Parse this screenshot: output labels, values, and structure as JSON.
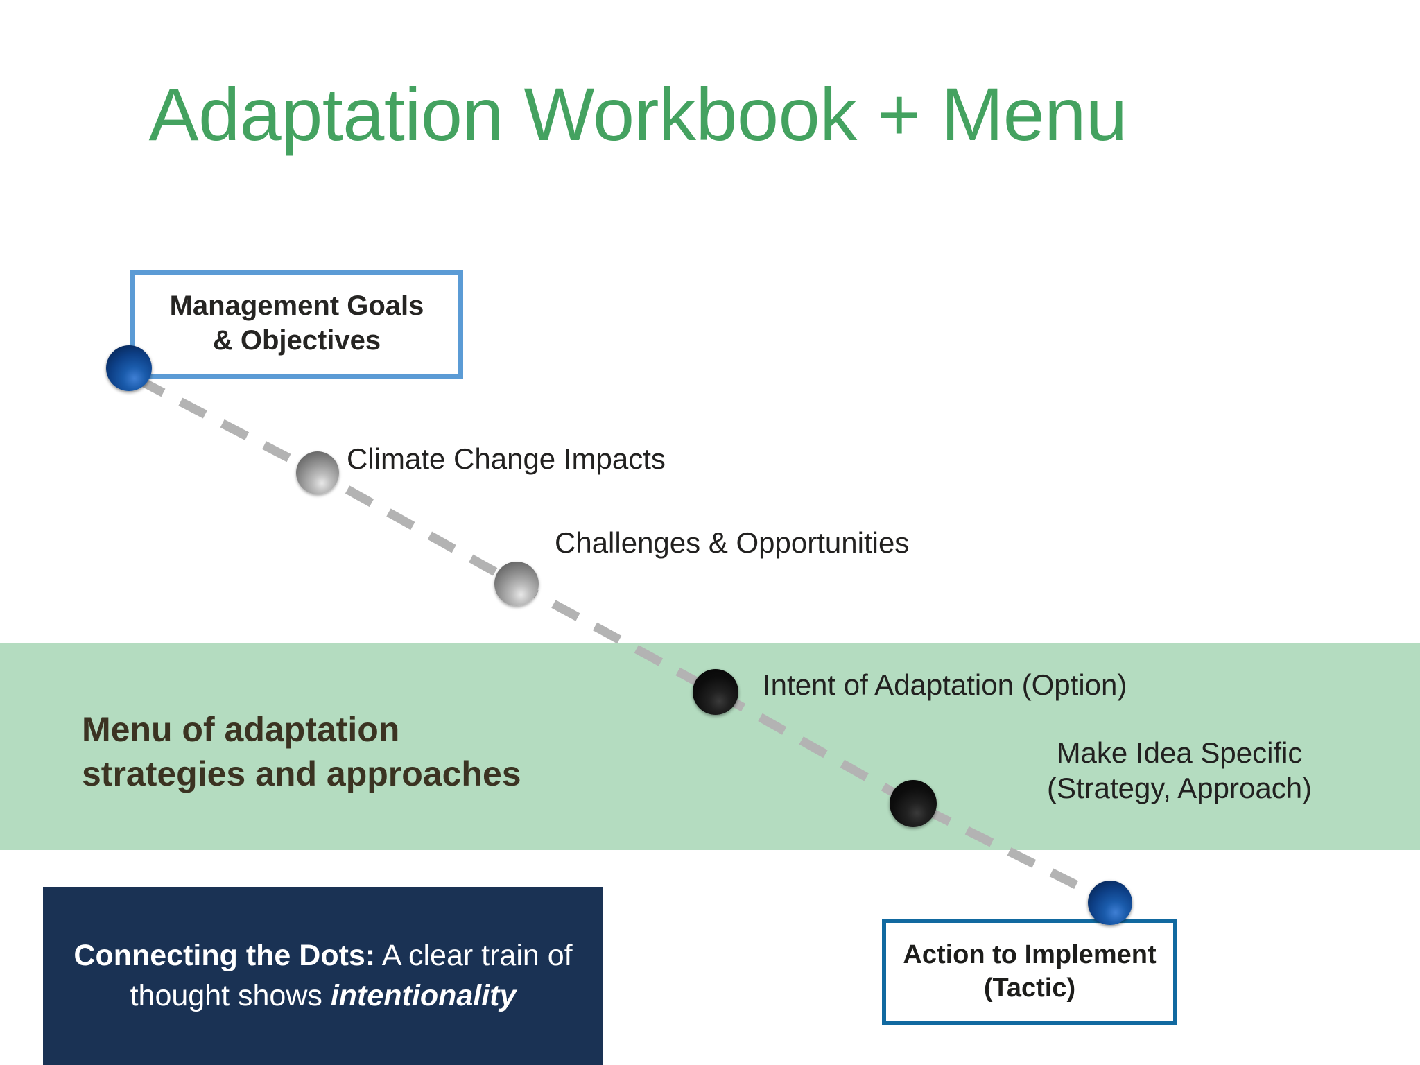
{
  "slide": {
    "title": "Adaptation Workbook + Menu",
    "title_color": "#44a260",
    "background": "#ffffff"
  },
  "goals_box": {
    "line1": "Management Goals",
    "line2": "& Objectives",
    "border_color": "#5b9bd5"
  },
  "nodes": [
    {
      "id": "management-goals",
      "label": "",
      "dot_color": "blue"
    },
    {
      "id": "climate-change-impacts",
      "label": "Climate Change Impacts",
      "dot_color": "gray"
    },
    {
      "id": "challenges-opportunities",
      "label": "Challenges &  Opportunities",
      "dot_color": "gray"
    },
    {
      "id": "intent-of-adaptation",
      "label": "Intent of Adaptation (Option)",
      "dot_color": "black"
    },
    {
      "id": "make-idea-specific",
      "label": "Make Idea Specific (Strategy, Approach)",
      "dot_color": "black"
    },
    {
      "id": "action-to-implement",
      "label": "",
      "dot_color": "blue"
    }
  ],
  "labels": {
    "climate": "Climate Change Impacts",
    "challenges": "Challenges &  Opportunities",
    "intent": "Intent of Adaptation (Option)",
    "make_specific_line1": "Make Idea Specific",
    "make_specific_line2": "(Strategy, Approach)"
  },
  "banner": {
    "line1": "Menu of adaptation",
    "line2": "strategies and approaches",
    "background_color": "#b4dcc0",
    "text_color": "#3b3322"
  },
  "callout": {
    "bold_lead": "Connecting the Dots:",
    "body": " A clear train of thought shows ",
    "emphasis": "intentionality",
    "background_color": "#1a3254",
    "text_color": "#ffffff"
  },
  "action_box": {
    "line1": "Action to Implement",
    "line2": "(Tactic)",
    "border_color": "#1169a0"
  },
  "connector": {
    "style": "dashed",
    "color": "#b3b3b3"
  }
}
